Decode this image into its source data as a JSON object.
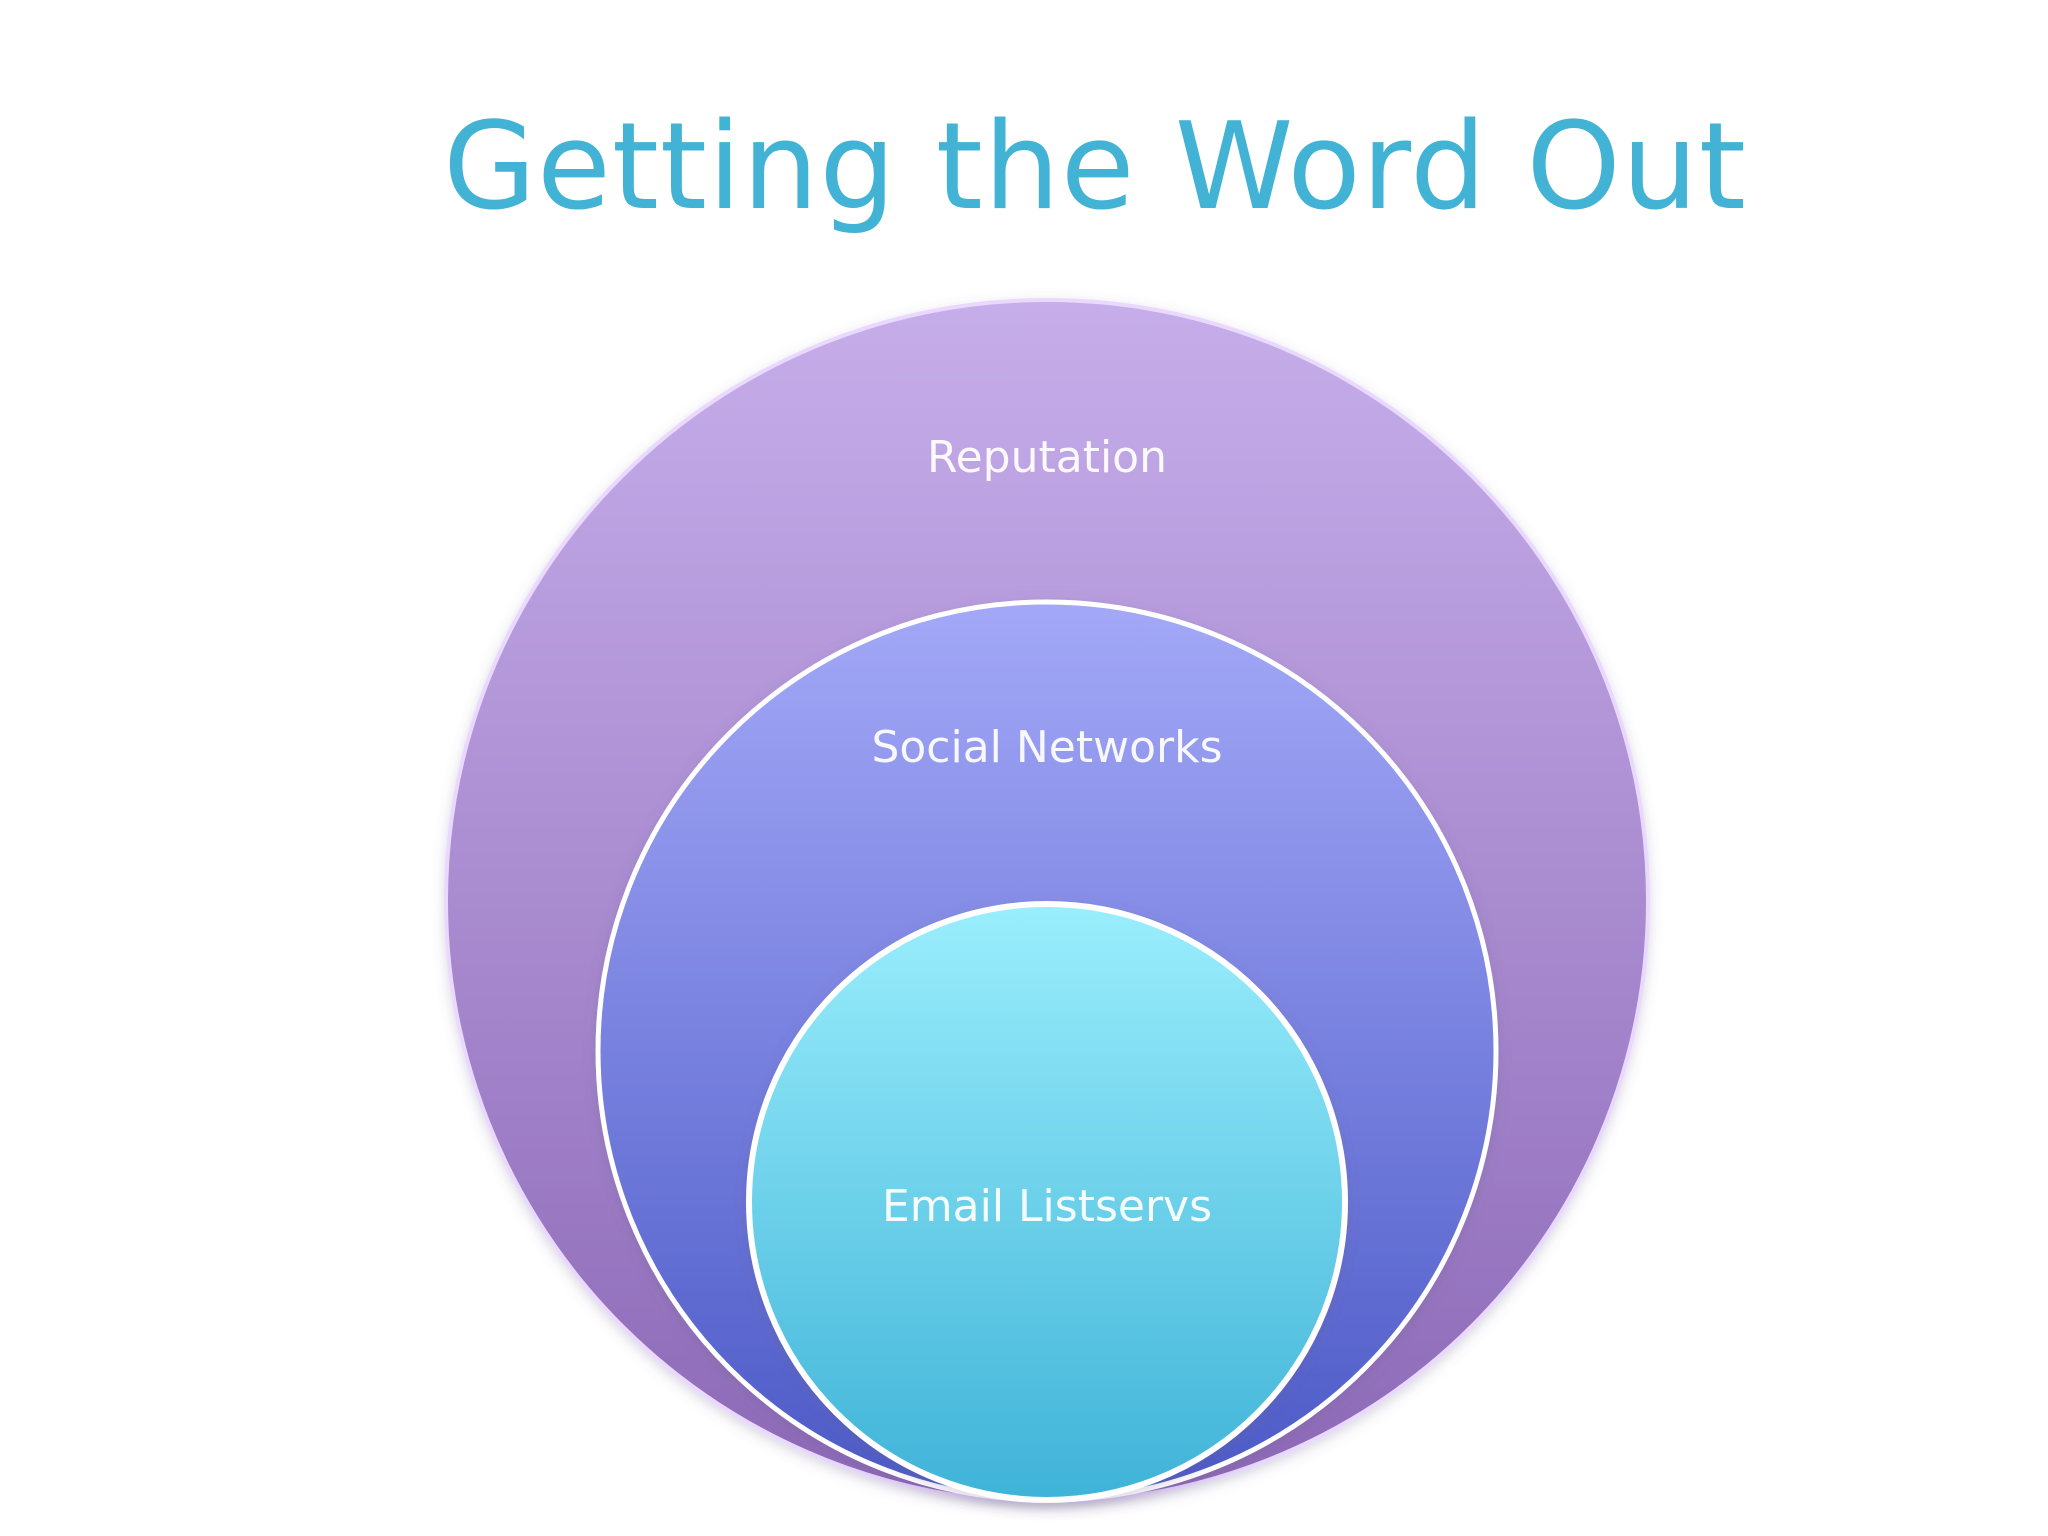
{
  "slide": {
    "title": "Getting the Word Out"
  },
  "diagram": {
    "type": "nested-circles",
    "rings": [
      {
        "label": "Reputation",
        "color_top": "#c6aeea",
        "color_bottom": "#8c68b6"
      },
      {
        "label": "Social Networks",
        "color_top": "#a3a8f7",
        "color_bottom": "#4b59c6"
      },
      {
        "label": "Email Listservs",
        "color_top": "#9aeefc",
        "color_bottom": "#3fb3d8"
      }
    ]
  }
}
